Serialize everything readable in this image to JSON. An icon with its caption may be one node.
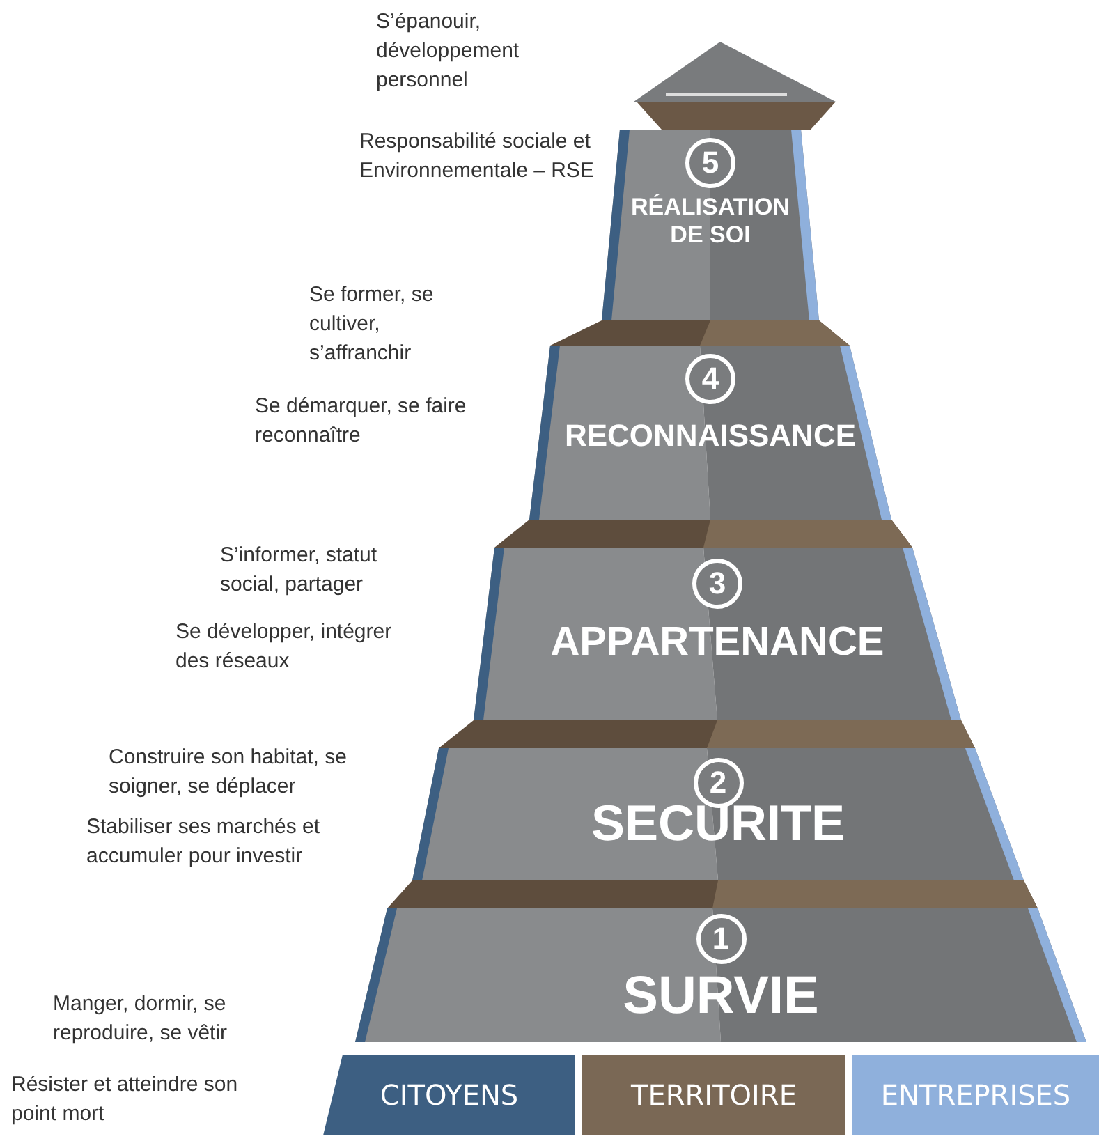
{
  "diagram": {
    "nodes": [
      {
        "text": [
          "5",
          "RÉALISATION DE SOI"
        ],
        "beside": [
          "S’épanouir, développement personnel",
          "Responsabilité sociale et Environnementale – RSE"
        ]
      },
      {
        "text": [
          "4",
          "RECONNAISSANCE"
        ],
        "beside": [
          "Se former, se cultiver, s’affranchir",
          "Se démarquer, se faire reconnaître"
        ]
      },
      {
        "text": [
          "3",
          "APPARTENANCE"
        ],
        "beside": [
          "S’informer, statut social, partager",
          "Se développer, intégrer des réseaux"
        ]
      },
      {
        "text": [
          "2",
          "SECURITE"
        ],
        "beside": [
          "Construire son habitat, se soigner, se déplacer",
          "Stabiliser ses marchés et accumuler pour investir"
        ]
      },
      {
        "text": [
          "1",
          "SURVIE"
        ],
        "beside": [
          "Manger, dormir, se reproduire, se vêtir",
          "Résister et atteindre son point mort"
        ]
      },
      {
        "text": [
          "CITOYENS"
        ]
      },
      {
        "text": [
          "TERRITOIRE"
        ]
      },
      {
        "text": [
          "ENTREPRISES"
        ]
      }
    ],
    "edges": []
  }
}
